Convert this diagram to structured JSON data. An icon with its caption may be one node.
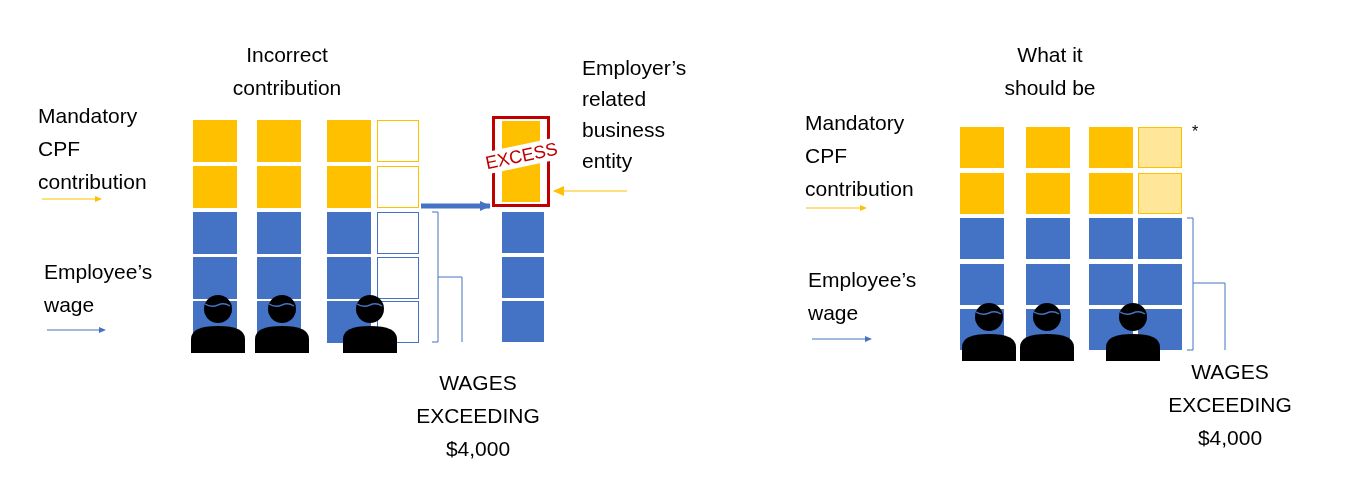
{
  "diagram": {
    "nodes": [
      {
        "text": [
          "EXCESS"
        ]
      },
      {
        "text": [
          "Employer’s related business entity"
        ]
      },
      {
        "text": [],
        "shape": "box"
      }
    ],
    "edges": [
      {
        "from": 2,
        "to": 0,
        "arrow": "to",
        "style": "thick",
        "color": "#4472c4"
      },
      {
        "from": 1,
        "to": 0,
        "arrow": "to",
        "color": "#ffc000"
      }
    ],
    "labels": [
      "Incorrect contribution",
      "Mandatory CPF contribution",
      "Employee’s wage",
      "WAGES EXCEEDING $4,000",
      "What it should be",
      "Mandatory CPF contribution",
      "*",
      "Employee’s wage",
      "WAGES EXCEEDING $4,000"
    ]
  }
}
